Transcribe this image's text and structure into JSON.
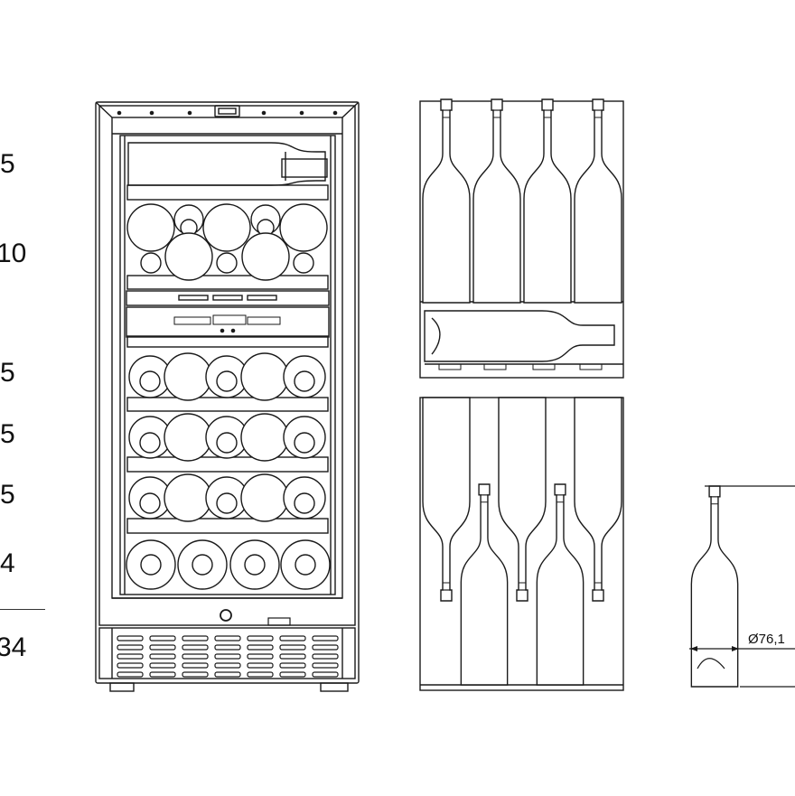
{
  "shelf_counts": [
    "5",
    "10",
    "5",
    "5",
    "5",
    "4"
  ],
  "total": "34",
  "bottle_dimension": "Ø76,1",
  "colors": {
    "line": "#1a1a1a",
    "background": "#ffffff"
  },
  "icons": [
    "power-knob-icon",
    "wine-bottle-icon"
  ]
}
